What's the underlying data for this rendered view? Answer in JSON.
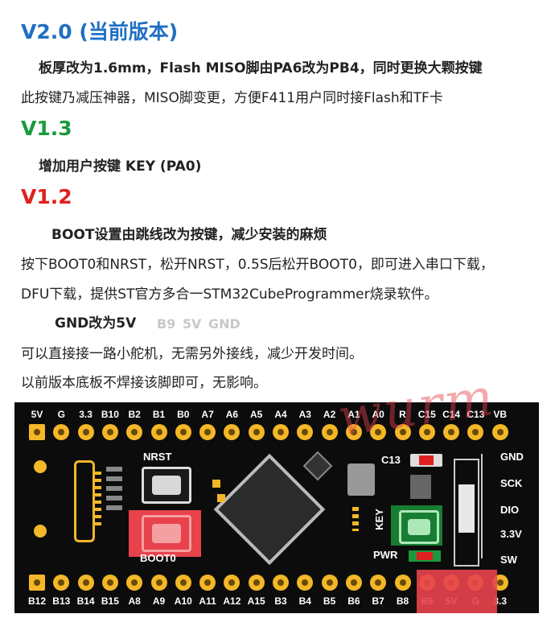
{
  "v20": {
    "title": "V2.0 (当前版本)",
    "line1": "板厚改为1.6mm，Flash MISO脚由PA6改为PB4，同时更换大颗按键",
    "line2": "此按键乃减压神器，MISO脚变更，方便F411用户同时接Flash和TF卡"
  },
  "v13": {
    "title": "V1.3",
    "line1": "增加用户按键 KEY (PA0)"
  },
  "v12": {
    "title": "V1.2",
    "line1": "BOOT设置由跳线改为按键，减少安装的麻烦",
    "line2": "按下BOOT0和NRST，松开NRST，0.5S后松开BOOT0，即可进入串口下载，",
    "line3": "DFU下载，提供ST官方多合一STM32CubeProgrammer烧录软件。",
    "gnd_change": "GND改为5V",
    "pin_hint": "B9  5V  GND",
    "line4": "可以直接接一路小舵机，无需另外接线，减少开发时间。",
    "line5": "以前版本底板不焊接该脚即可，无影响。"
  },
  "watermark": "wurm",
  "colors": {
    "v20": "#1f6fc4",
    "v13": "#1a9a3c",
    "v12": "#e02020",
    "highlight": "#e8424c"
  },
  "board": {
    "top_pins": [
      "5V",
      "G",
      "3.3",
      "B10",
      "B2",
      "B1",
      "B0",
      "A7",
      "A6",
      "A5",
      "A4",
      "A3",
      "A2",
      "A1",
      "A0",
      "R",
      "C15",
      "C14",
      "C13",
      "VB"
    ],
    "bottom_pins": [
      "B12",
      "B13",
      "B14",
      "B15",
      "A8",
      "A9",
      "A10",
      "A11",
      "A12",
      "A15",
      "B3",
      "B4",
      "B5",
      "B6",
      "B7",
      "B8",
      "B9",
      "5V",
      "G",
      "3.3"
    ],
    "nrst": "NRST",
    "boot0": "BOOT0",
    "key": "KEY",
    "pwr": "PWR",
    "c13": "C13",
    "swd": [
      "GND",
      "SCK",
      "DIO",
      "3.3V",
      "SW"
    ]
  }
}
